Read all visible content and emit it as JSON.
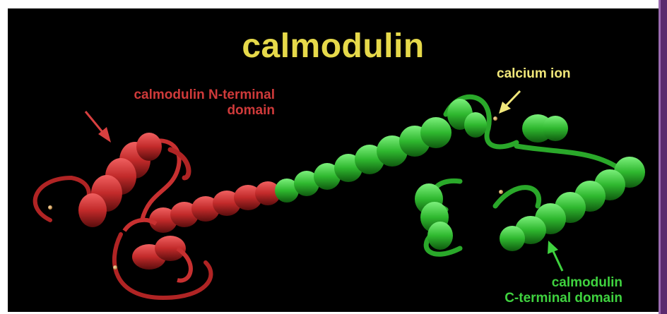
{
  "title": "calmodulin",
  "labels": {
    "n_terminal_line1": "calmodulin N-terminal",
    "n_terminal_line2": "domain",
    "calcium_ion": "calcium ion",
    "c_terminal_line1": "calmodulin",
    "c_terminal_line2": "C-terminal domain"
  },
  "colors": {
    "background": "#000000",
    "n_domain": "#c22a2a",
    "c_domain": "#2fb82f",
    "title": "#e6d94a",
    "calcium_label": "#f1e77a",
    "frame_accent": "#5b2a6e"
  }
}
